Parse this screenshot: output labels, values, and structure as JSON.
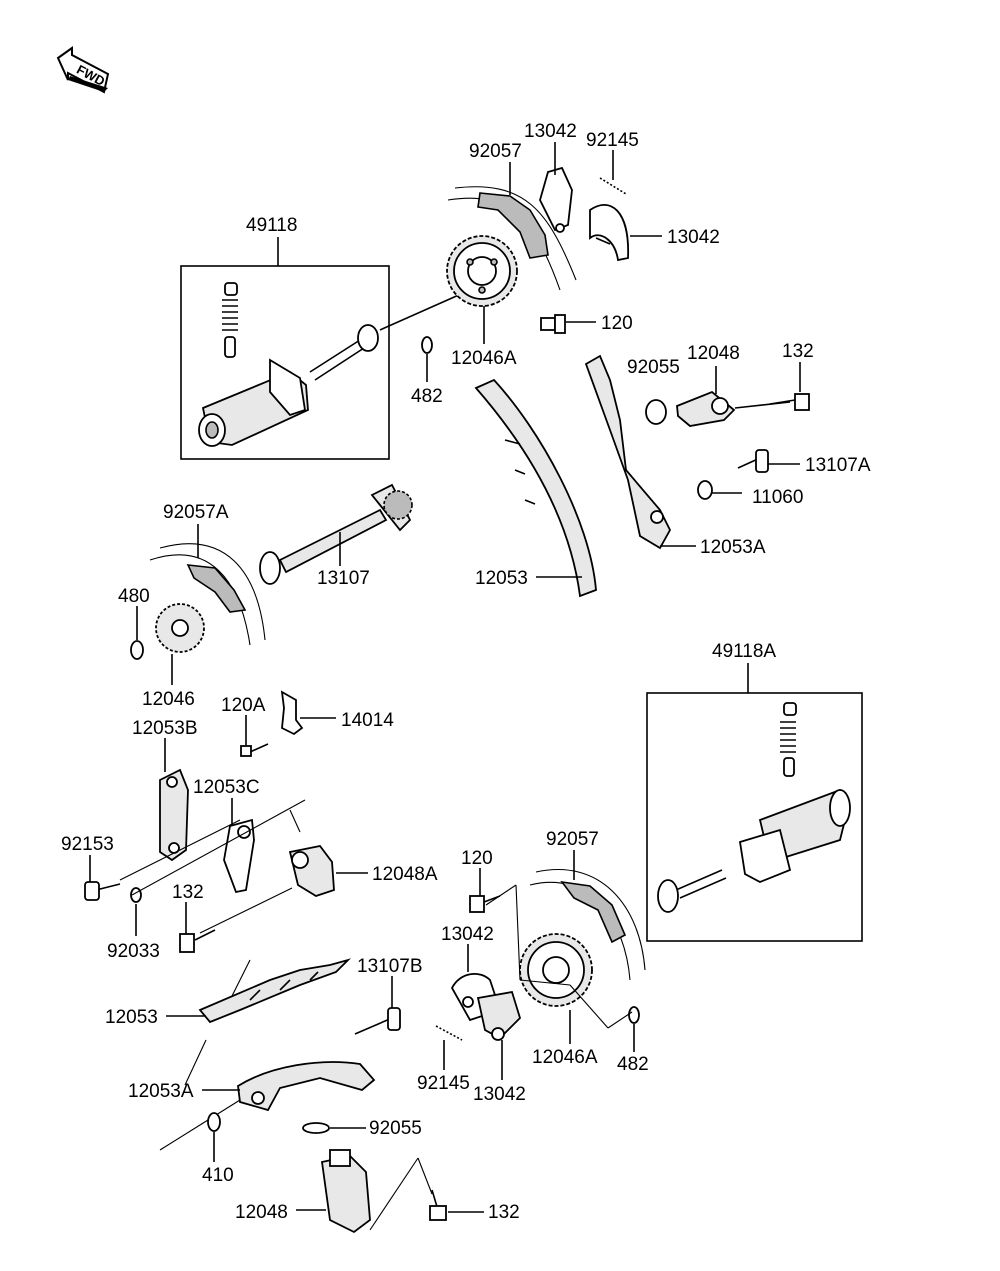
{
  "fwd_badge": "FWD",
  "callouts": [
    {
      "id": "49118",
      "text": "49118"
    },
    {
      "id": "92057-top",
      "text": "92057"
    },
    {
      "id": "13042-top-a",
      "text": "13042"
    },
    {
      "id": "92145-top",
      "text": "92145"
    },
    {
      "id": "13042-top-b",
      "text": "13042"
    },
    {
      "id": "120-top",
      "text": "120"
    },
    {
      "id": "482-top",
      "text": "482"
    },
    {
      "id": "12046A-top",
      "text": "12046A"
    },
    {
      "id": "92055-top",
      "text": "92055"
    },
    {
      "id": "12048-top",
      "text": "12048"
    },
    {
      "id": "132-top",
      "text": "132"
    },
    {
      "id": "13107A",
      "text": "13107A"
    },
    {
      "id": "11060",
      "text": "11060"
    },
    {
      "id": "12053A-top",
      "text": "12053A"
    },
    {
      "id": "12053-top",
      "text": "12053"
    },
    {
      "id": "92057A",
      "text": "92057A"
    },
    {
      "id": "13107",
      "text": "13107"
    },
    {
      "id": "480",
      "text": "480"
    },
    {
      "id": "12046",
      "text": "12046"
    },
    {
      "id": "120A",
      "text": "120A"
    },
    {
      "id": "14014",
      "text": "14014"
    },
    {
      "id": "12053B",
      "text": "12053B"
    },
    {
      "id": "12053C",
      "text": "12053C"
    },
    {
      "id": "49118A",
      "text": "49118A"
    },
    {
      "id": "92153",
      "text": "92153"
    },
    {
      "id": "132-mid",
      "text": "132"
    },
    {
      "id": "12048A",
      "text": "12048A"
    },
    {
      "id": "92033",
      "text": "92033"
    },
    {
      "id": "120-mid",
      "text": "120"
    },
    {
      "id": "92057-mid",
      "text": "92057"
    },
    {
      "id": "13042-mid-a",
      "text": "13042"
    },
    {
      "id": "13107B",
      "text": "13107B"
    },
    {
      "id": "12053-bot",
      "text": "12053"
    },
    {
      "id": "12046A-bot",
      "text": "12046A"
    },
    {
      "id": "482-bot",
      "text": "482"
    },
    {
      "id": "92145-bot",
      "text": "92145"
    },
    {
      "id": "13042-mid-b",
      "text": "13042"
    },
    {
      "id": "12053A-bot",
      "text": "12053A"
    },
    {
      "id": "92055-bot",
      "text": "92055"
    },
    {
      "id": "410",
      "text": "410"
    },
    {
      "id": "12048-bot",
      "text": "12048"
    },
    {
      "id": "132-bot",
      "text": "132"
    }
  ]
}
